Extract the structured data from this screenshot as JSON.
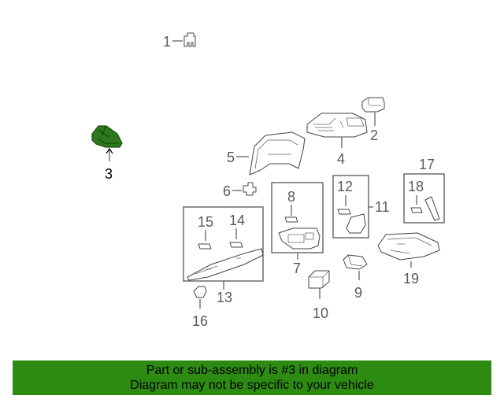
{
  "colors": {
    "highlight": "#2d7a1e",
    "banner_background": "#2e8b12",
    "line": "#555555"
  },
  "callouts": {
    "c1": "1",
    "c2": "2",
    "c3": "3",
    "c4": "4",
    "c5": "5",
    "c6": "6",
    "c7": "7",
    "c8": "8",
    "c9": "9",
    "c10": "10",
    "c11": "11",
    "c12": "12",
    "c13": "13",
    "c14": "14",
    "c15": "15",
    "c16": "16",
    "c17": "17",
    "c18": "18",
    "c19": "19"
  },
  "highlighted_part": "3",
  "banner": {
    "line1": "Part or sub-assembly is #3 in diagram",
    "line2": "Diagram may not be specific to your vehicle"
  }
}
